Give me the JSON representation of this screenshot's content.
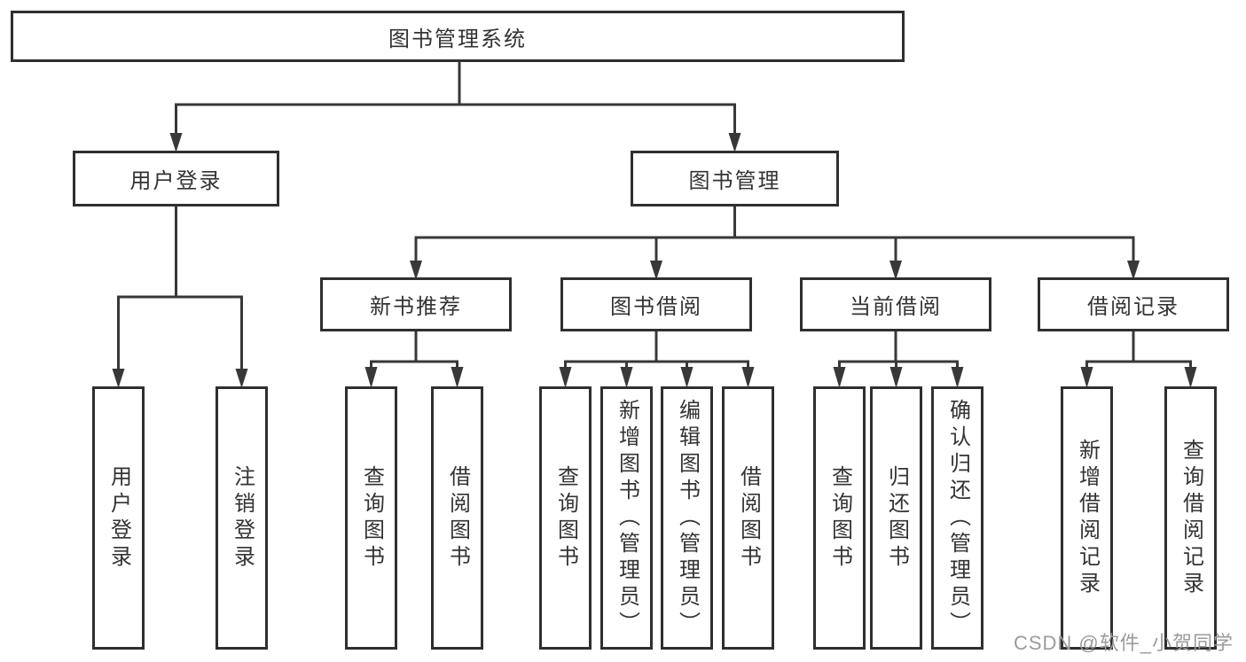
{
  "title": "图书管理系统",
  "branches": [
    {
      "label": "用户登录",
      "children": [
        {
          "label": "用户登录"
        },
        {
          "label": "注销登录"
        }
      ]
    },
    {
      "label": "图书管理",
      "groups": [
        {
          "label": "新书推荐",
          "children": [
            {
              "label": "查询图书"
            },
            {
              "label": "借阅图书"
            }
          ]
        },
        {
          "label": "图书借阅",
          "children": [
            {
              "label": "查询图书"
            },
            {
              "label": "新增图书（管理员）"
            },
            {
              "label": "编辑图书（管理员）"
            },
            {
              "label": "借阅图书"
            }
          ]
        },
        {
          "label": "当前借阅",
          "children": [
            {
              "label": "查询图书"
            },
            {
              "label": "归还图书"
            },
            {
              "label": "确认归还（管理员）"
            }
          ]
        },
        {
          "label": "借阅记录",
          "children": [
            {
              "label": "新增借阅记录"
            },
            {
              "label": "查询借阅记录"
            }
          ]
        }
      ]
    }
  ],
  "watermark": "CSDN @软件_小贺同学",
  "colors": {
    "line": "#383838",
    "box_border": "#2f2f2f",
    "text": "#333333",
    "watermark": "#9b9b9b",
    "background": "#ffffff"
  }
}
